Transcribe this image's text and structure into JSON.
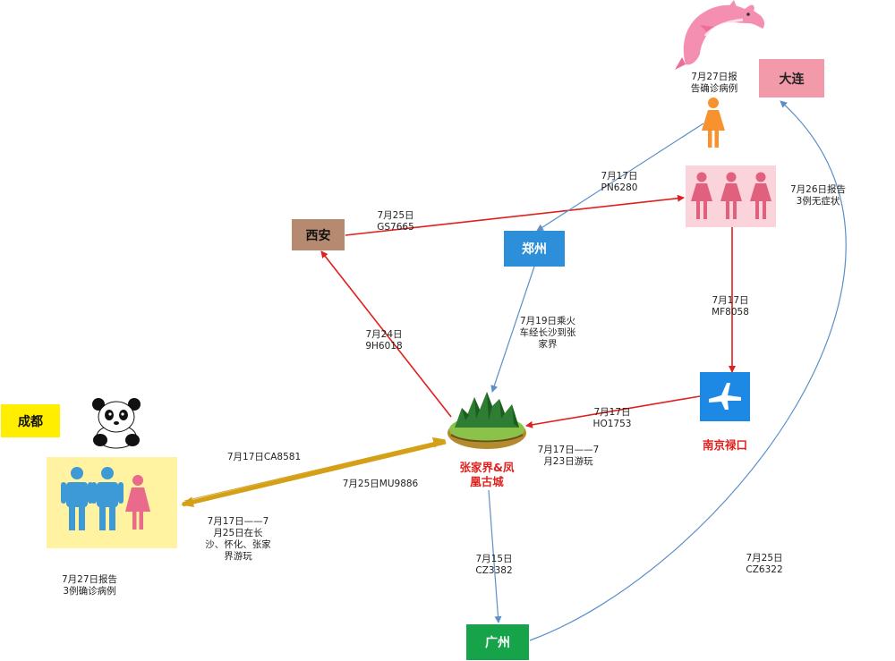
{
  "nodes": {
    "dalian": "大连",
    "xian": "西安",
    "zhengzhou": "郑州",
    "chengdu": "成都",
    "guangzhou": "广州",
    "nanjing": "南京禄口",
    "zhangjiajie": "张家界&凤\n凰古城"
  },
  "labels": {
    "dalian_report": "7月27日报\n告确诊病例",
    "pn6280": "7月17日\nPN6280",
    "report_3_asym": "7月26日报告\n3例无症状",
    "gs7665": "7月25日\nGS7665",
    "mf8058": "7月17日\nMF8058",
    "train": "7月19日乘火\n车经长沙到张\n家界",
    "h6018": "7月24日\n9H6018",
    "ho1753": "7月17日\nHO1753",
    "tour_zjj": "7月17日——7\n月23日游玩",
    "ca8581": "7月17日CA8581",
    "mu9886": "7月25日MU9886",
    "tour_cd": "7月17日——7\n月25日在长\n沙、怀化、张家\n界游玩",
    "report_cd": "7月27日报告\n3例确诊病例",
    "cz3382": "7月15日\nCZ3382",
    "cz6322": "7月25日\nCZ6322"
  },
  "colors": {
    "red_arrow": "#e0201c",
    "blue_arrow": "#5b8fc9",
    "gold_arrow": "#d4a017",
    "dalian_bg": "#f29aa9",
    "xian_bg": "#b58a70",
    "zhengzhou_bg": "#2d8fd9",
    "chengdu_bg": "#ffee00",
    "chengdu_group_bg": "#fff2a0",
    "guangzhou_bg": "#17a34a",
    "women_group_bg": "#fbd3da",
    "airport_bg": "#1e88e5"
  },
  "icons": [
    "dolphin-icon",
    "panda-icon",
    "mountain-island-icon",
    "airplane-icon",
    "female-person-icon",
    "male-person-icon"
  ]
}
